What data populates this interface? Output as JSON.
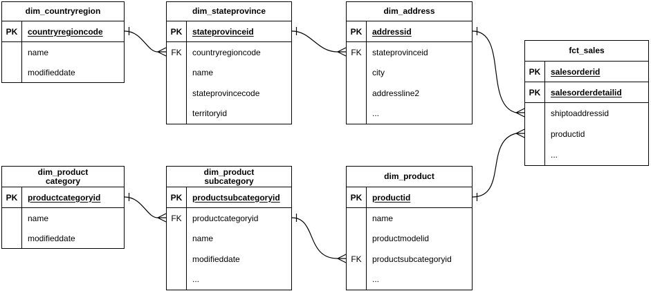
{
  "canvas": {
    "background_color": "#ffffff",
    "line_color": "#000000"
  },
  "tables": {
    "dim_countryregion": {
      "title": "dim_countryregion",
      "rows": [
        {
          "key": "PK",
          "field": "countryregioncode",
          "is_pk": true
        },
        {
          "key": "",
          "field": "name"
        },
        {
          "key": "",
          "field": "modifieddate"
        }
      ]
    },
    "dim_stateprovince": {
      "title": "dim_stateprovince",
      "rows": [
        {
          "key": "PK",
          "field": "stateprovinceid",
          "is_pk": true
        },
        {
          "key": "FK",
          "field": "countryregioncode"
        },
        {
          "key": "",
          "field": "name"
        },
        {
          "key": "",
          "field": "stateprovincecode"
        },
        {
          "key": "",
          "field": "territoryid"
        }
      ]
    },
    "dim_address": {
      "title": "dim_address",
      "rows": [
        {
          "key": "PK",
          "field": "addressid",
          "is_pk": true
        },
        {
          "key": "FK",
          "field": "stateprovinceid"
        },
        {
          "key": "",
          "field": "city"
        },
        {
          "key": "",
          "field": "addressline2"
        },
        {
          "key": "",
          "field": "..."
        }
      ]
    },
    "fct_sales": {
      "title": "fct_sales",
      "rows": [
        {
          "key": "PK",
          "field": "salesorderid",
          "is_pk": true
        },
        {
          "key": "PK",
          "field": "salesorderdetailid",
          "is_pk": true
        },
        {
          "key": "",
          "field": "shiptoaddressid"
        },
        {
          "key": "",
          "field": "productid"
        },
        {
          "key": "",
          "field": "..."
        }
      ]
    },
    "dim_product_category": {
      "title_lines": [
        "dim_product",
        "category"
      ],
      "rows": [
        {
          "key": "PK",
          "field": "productcategoryid",
          "is_pk": true
        },
        {
          "key": "",
          "field": "name"
        },
        {
          "key": "",
          "field": "modifieddate"
        }
      ]
    },
    "dim_product_subcategory": {
      "title_lines": [
        "dim_product",
        "subcategory"
      ],
      "rows": [
        {
          "key": "PK",
          "field": "productsubcategoryid",
          "is_pk": true
        },
        {
          "key": "FK",
          "field": "productcategoryid"
        },
        {
          "key": "",
          "field": "name"
        },
        {
          "key": "",
          "field": "modifieddate"
        },
        {
          "key": "",
          "field": "..."
        }
      ]
    },
    "dim_product": {
      "title": "dim_product",
      "rows": [
        {
          "key": "PK",
          "field": "productid",
          "is_pk": true
        },
        {
          "key": "",
          "field": "name"
        },
        {
          "key": "",
          "field": "productmodelid"
        },
        {
          "key": "FK",
          "field": "productsubcategoryid"
        },
        {
          "key": "",
          "field": "..."
        }
      ]
    }
  },
  "relationships": [
    {
      "from": "dim_countryregion.countryregioncode",
      "to": "dim_stateprovince.countryregioncode",
      "from_cardinality": "one",
      "to_cardinality": "many"
    },
    {
      "from": "dim_stateprovince.stateprovinceid",
      "to": "dim_address.stateprovinceid",
      "from_cardinality": "one",
      "to_cardinality": "many"
    },
    {
      "from": "dim_address.addressid",
      "to": "fct_sales.shiptoaddressid",
      "from_cardinality": "one",
      "to_cardinality": "many"
    },
    {
      "from": "dim_product.productid",
      "to": "fct_sales.productid",
      "from_cardinality": "one",
      "to_cardinality": "many"
    },
    {
      "from": "dim_product_category.productcategoryid",
      "to": "dim_product_subcategory.productcategoryid",
      "from_cardinality": "one",
      "to_cardinality": "many"
    },
    {
      "from": "dim_product_subcategory.productsubcategoryid",
      "to": "dim_product.productsubcategoryid",
      "from_cardinality": "one",
      "to_cardinality": "many"
    }
  ]
}
